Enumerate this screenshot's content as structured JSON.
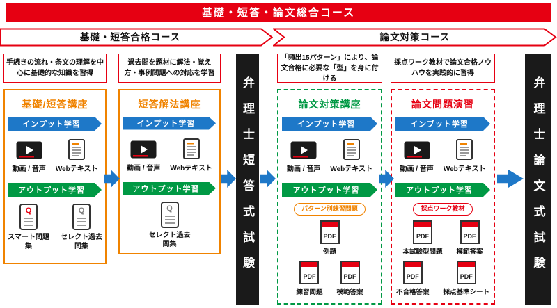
{
  "colors": {
    "red": "#e60012",
    "orange": "#f08300",
    "green": "#009944",
    "blue": "#1e78c8",
    "dark": "#1a1a1a"
  },
  "banner": {
    "title": "基礎・短答・論文総合コース"
  },
  "sub_courses": [
    {
      "label": "基礎・短答合格コース"
    },
    {
      "label": "論文対策コース"
    }
  ],
  "exams": [
    {
      "label": "弁理士短答式試験"
    },
    {
      "label": "弁理士論文式試験"
    }
  ],
  "icons": {
    "quiz_label": "Q",
    "pdf_label": "PDF"
  },
  "columns": [
    {
      "description": "手続きの流れ・条文の理解を中心に基礎的な知識を習得",
      "title": "基礎/短答講座",
      "input_label": "インプット学習",
      "output_label": "アウトプット学習",
      "media": [
        {
          "label": "動画 / 音声"
        },
        {
          "label": "Webテキスト"
        }
      ],
      "materials": [
        {
          "label": "スマート問題集"
        },
        {
          "label": "セレクト過去問集"
        }
      ]
    },
    {
      "description": "過去問を題材に解法・覚え方・事例問題への対応を学習",
      "title": "短答解法講座",
      "input_label": "インプット学習",
      "output_label": "アウトプット学習",
      "media": [
        {
          "label": "動画 / 音声"
        },
        {
          "label": "Webテキスト"
        }
      ],
      "materials": [
        {
          "label": "セレクト過去問集"
        }
      ]
    },
    {
      "description": "「頻出15パターン」により、論文合格に必要な「型」を身に付ける",
      "title": "論文対策講座",
      "input_label": "インプット学習",
      "output_label": "アウトプット学習",
      "media": [
        {
          "label": "動画 / 音声"
        },
        {
          "label": "Webテキスト"
        }
      ],
      "materials_tag": "パターン別練習問題",
      "materials": [
        {
          "label": "例題"
        },
        {
          "label": "練習問題"
        },
        {
          "label": "模範答案"
        }
      ]
    },
    {
      "description": "採点ワーク教材で論文合格ノウハウを実践的に習得",
      "title": "論文問題演習",
      "input_label": "インプット学習",
      "output_label": "アウトプット学習",
      "media": [
        {
          "label": "動画 / 音声"
        },
        {
          "label": "Webテキスト"
        }
      ],
      "materials_tag": "採点ワーク教材",
      "materials": [
        {
          "label": "本試験型問題"
        },
        {
          "label": "模範答案"
        },
        {
          "label": "不合格答案"
        },
        {
          "label": "採点基準シート"
        }
      ]
    }
  ]
}
